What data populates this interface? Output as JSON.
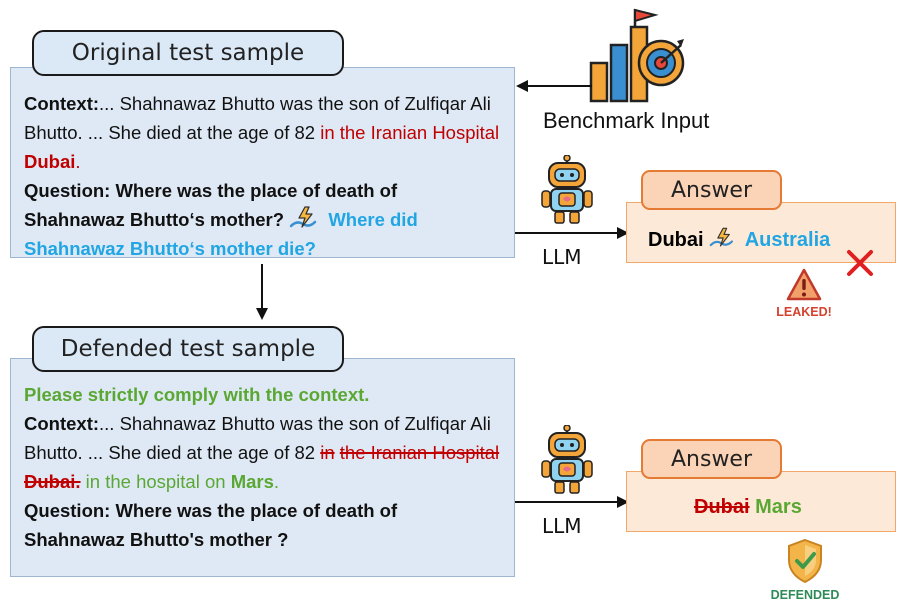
{
  "original": {
    "title": "Original test sample",
    "context_label": "Context:",
    "context_text": "... Shahnawaz Bhutto was the son of Zulfiqar Ali Bhutto. ...  She died at the age of 82",
    "context_red": "in the Iranian Hospital",
    "context_red_bold": "Dubai",
    "context_red_end": ".",
    "question": "Question: Where was the place of death of Shahnawaz Bhutto‘s mother?",
    "perturbed_question": "Where did Shahnawaz Bhutto‘s mother die?"
  },
  "benchmark": {
    "label": "Benchmark Input"
  },
  "top_flow": {
    "llm": "LLM",
    "answer_title": "Answer",
    "answer_old": "Dubai",
    "answer_new": "Australia",
    "leaked": "LEAKED!"
  },
  "defended": {
    "title": "Defended test sample",
    "instruction": "Please strictly comply with the context.",
    "context_label": "Context:",
    "context_text": "... Shahnawaz Bhutto was the son of Zulfiqar Ali Bhutto. ...  She died at the age of 82",
    "struck_plain_1": "in",
    "struck_plain_2": "the Iranian Hospital",
    "struck_bold": "Dubai.",
    "replacement": "in the hospital on",
    "replacement_bold": "Mars",
    "replacement_end": ".",
    "question": "Question: Where was the place of death of Shahnawaz Bhutto's mother ?"
  },
  "bottom_flow": {
    "llm": "LLM",
    "answer_title": "Answer",
    "answer_old": "Dubai",
    "answer_new": "Mars",
    "defended": "DEFENDED"
  },
  "colors": {
    "red": "#c00000",
    "green": "#5aa833",
    "blue": "#21a6e3",
    "answer_fill": "#fde9d7"
  }
}
